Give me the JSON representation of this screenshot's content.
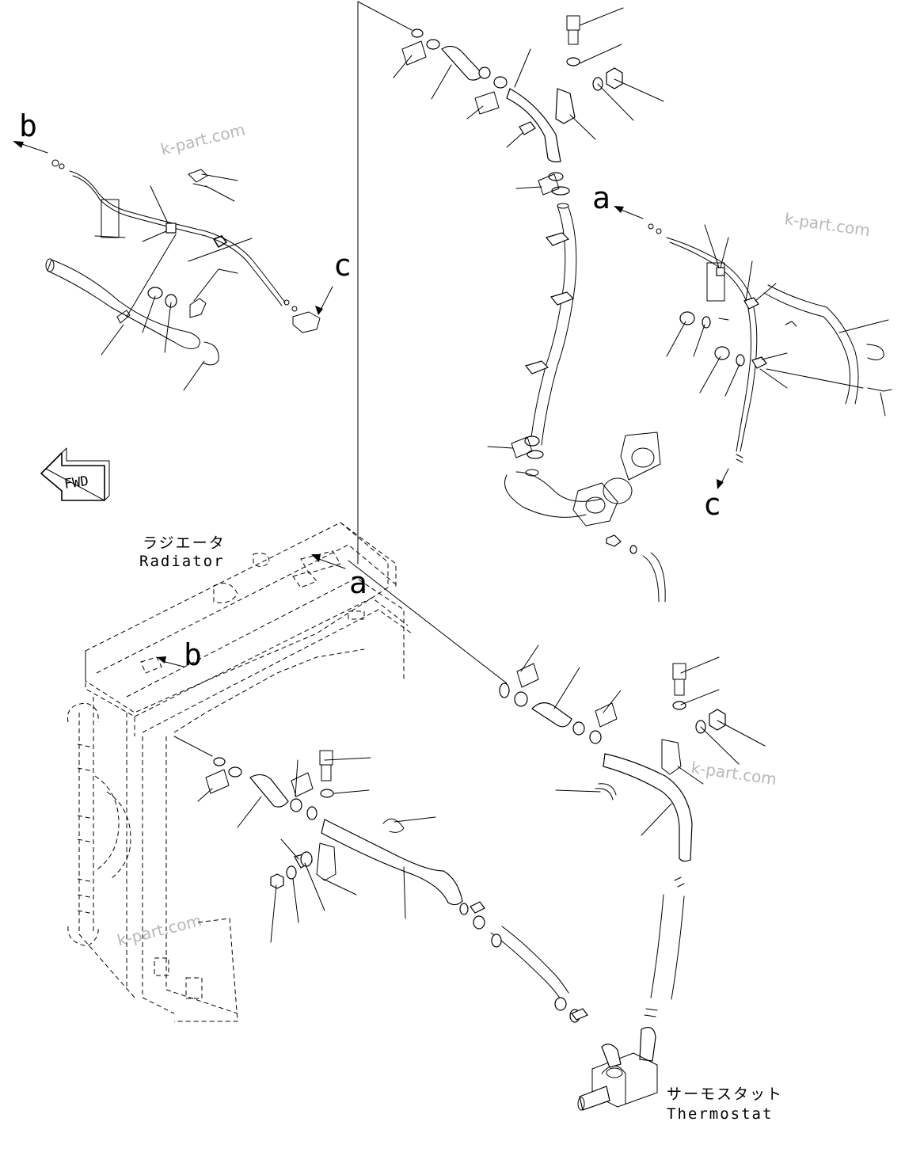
{
  "callouts": {
    "b": "b",
    "c": "c",
    "a": "a"
  },
  "labels": {
    "radiator_jp": "ラジエータ",
    "radiator_en": "Radiator",
    "thermostat_jp": "サーモスタット",
    "thermostat_en": "Thermostat",
    "fwd": "FWD"
  },
  "watermark": "k-part.com"
}
